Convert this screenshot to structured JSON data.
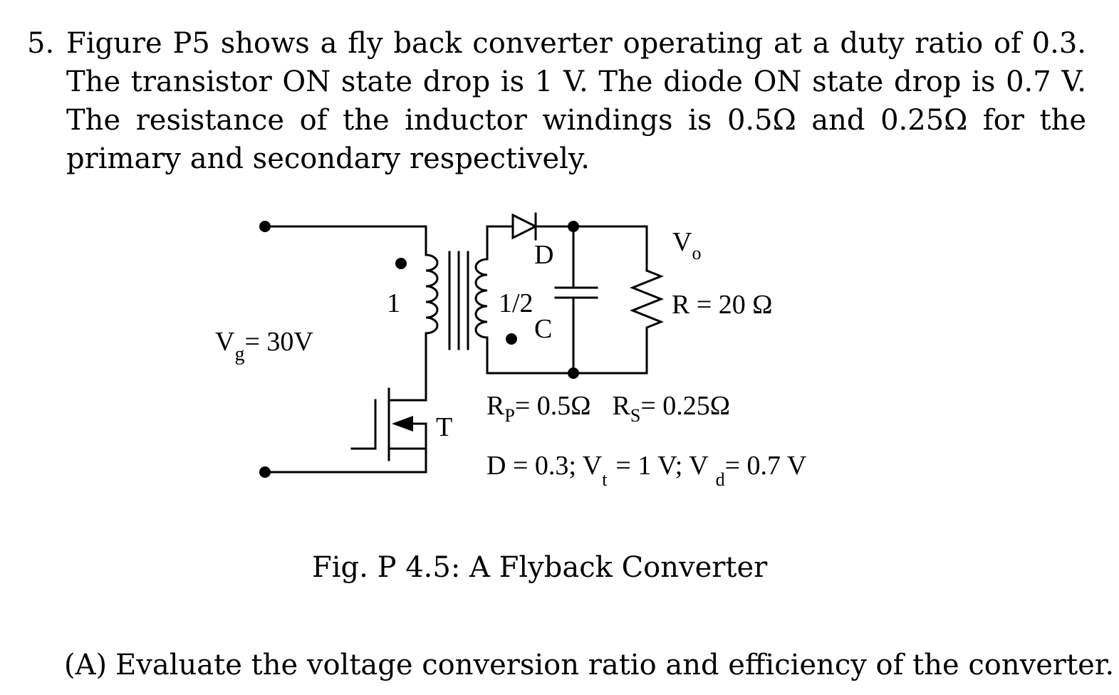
{
  "problem": {
    "number": "5.",
    "text": "Figure P5 shows a fly back converter operating at a duty ratio of 0.3. The transistor ON state drop is 1 V. The diode ON state drop is 0.7 V. The resistance of the inductor windings is 0.5Ω and 0.25Ω for the primary and secondary respectively."
  },
  "figure": {
    "source": {
      "symbol": "V",
      "subscript": "g",
      "value": "= 30V"
    },
    "primary_turns": "1",
    "secondary_turns": "1/2",
    "diode_label": "D",
    "capacitor_label": "C",
    "transistor_label": "T",
    "output_label": {
      "symbol": "V",
      "subscript": "o"
    },
    "load_label": "R = 20 Ω",
    "winding_resistances": {
      "rp_symbol": "R",
      "rp_sub": "P",
      "rp_value": "= 0.5Ω",
      "rs_symbol": "R",
      "rs_sub": "S",
      "rs_value": "= 0.25Ω"
    },
    "operating_point": {
      "d_text": "D = 0.3; V",
      "vt_sub": "t",
      "vt_value": "= 1 V; V",
      "vd_sub": "d",
      "vd_value": "= 0.7 V"
    }
  },
  "caption": "Fig. P 4.5: A Flyback Converter",
  "question": {
    "label": "(A)",
    "text": "Evaluate the voltage conversion ratio and efficiency of the converter."
  }
}
